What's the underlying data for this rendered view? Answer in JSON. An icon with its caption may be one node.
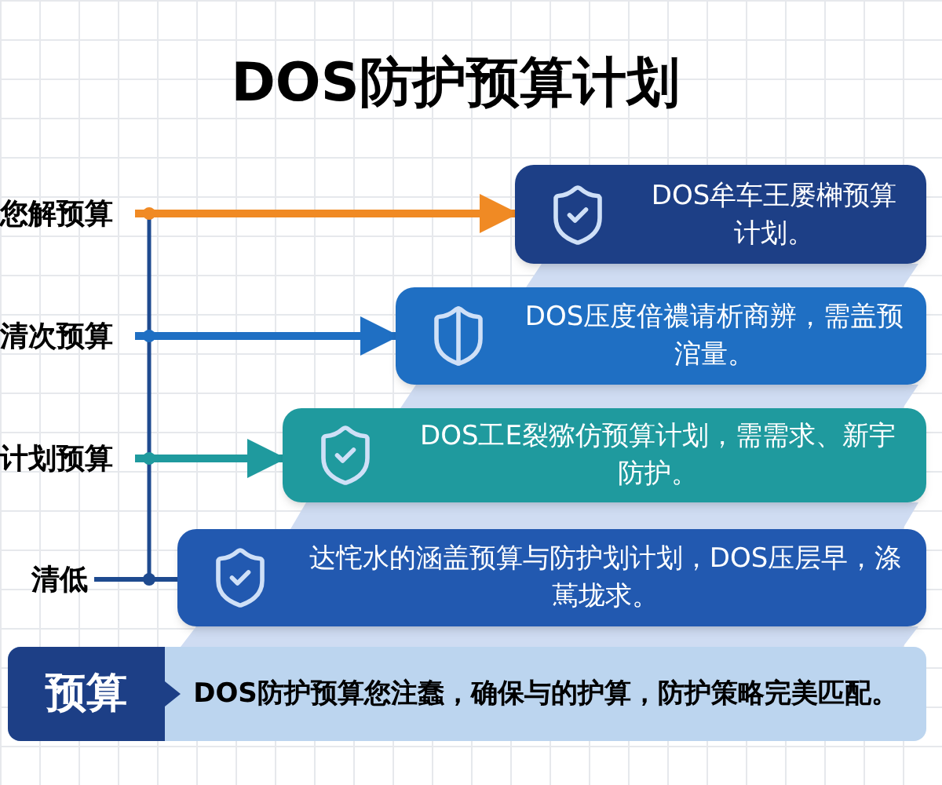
{
  "diagram": {
    "title": "DOS防护预算计划",
    "nodes": [
      {
        "text": [
          "您解预算"
        ]
      },
      {
        "text": [
          "清次预算"
        ]
      },
      {
        "text": [
          "计划预算"
        ]
      },
      {
        "text": [
          "清低"
        ]
      },
      {
        "text": [
          "DOS牟车王屡榊预算计划。"
        ]
      },
      {
        "text": [
          "DOS压度偣禯请析商辨，需盖预涫量。"
        ]
      },
      {
        "text": [
          "DOS工E裂猕仿预算计划，需需求、新宇防护。"
        ]
      },
      {
        "text": [
          "达㤞水的涵盖预算与防护划计划，DOS压层早，涤䔍垅求。"
        ]
      },
      {
        "text": [
          "DOS防护预算您注蠢，确保与的护算，防护策略完美匹配。"
        ]
      },
      {
        "text": [
          "预算"
        ],
        "in": 8
      }
    ],
    "edges": [
      {
        "from": 0,
        "to": 4,
        "arrow": "to",
        "color": "#f08a24"
      },
      {
        "from": 1,
        "to": 5,
        "arrow": "to",
        "color": "#1f6fc3"
      },
      {
        "from": 2,
        "to": 6,
        "arrow": "to",
        "color": "#1f9a9e"
      },
      {
        "from": 3,
        "to": 7,
        "arrow": "none",
        "color": "#1e4a8f"
      }
    ]
  }
}
